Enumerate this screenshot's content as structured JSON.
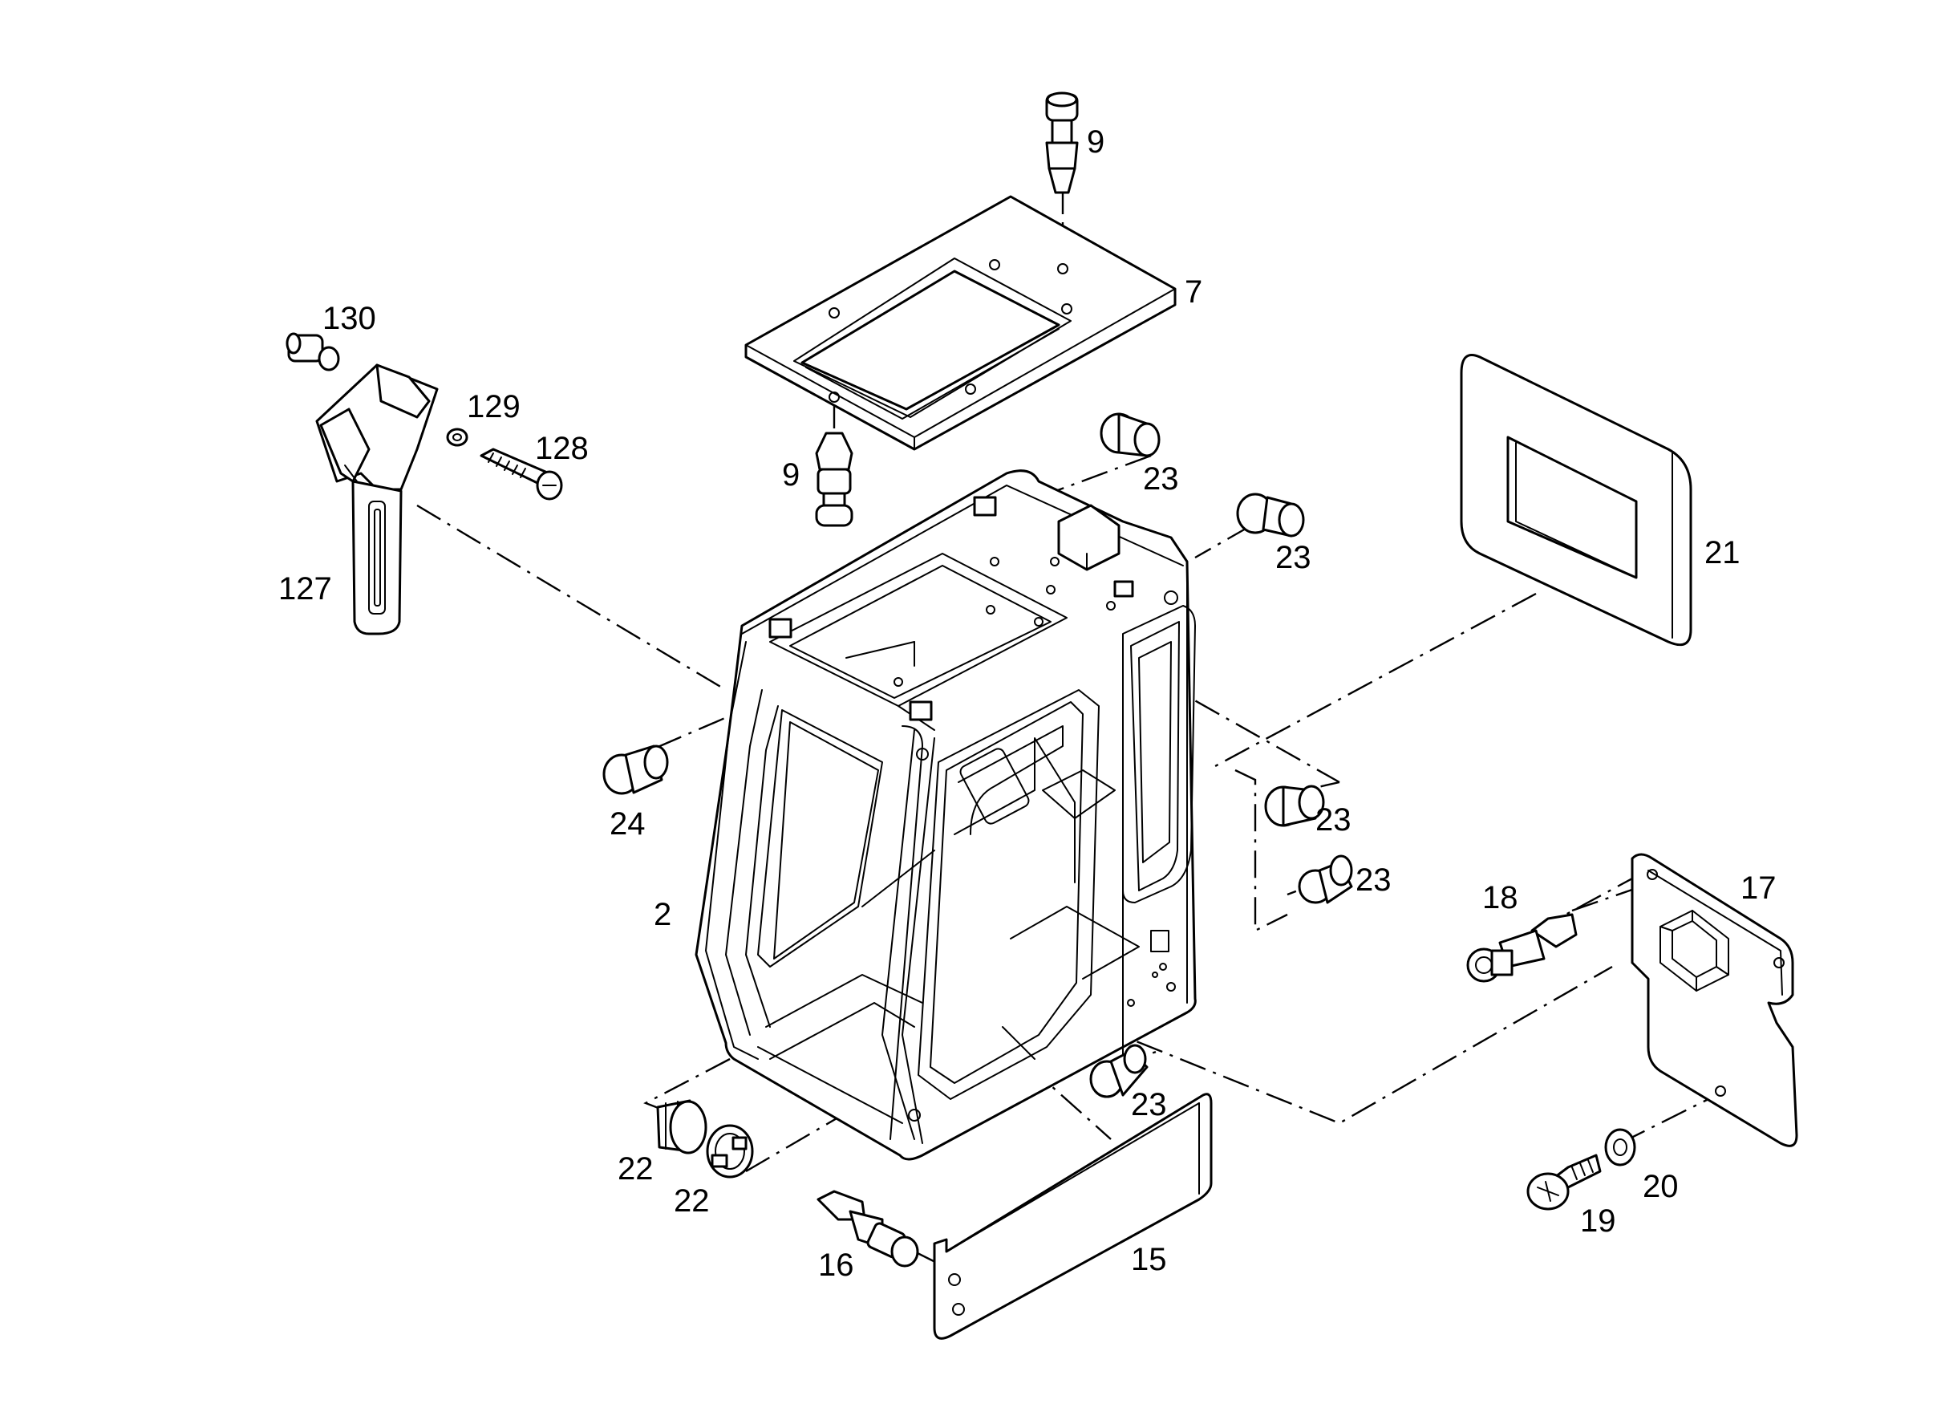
{
  "diagram": {
    "callouts": {
      "c130": "130",
      "c129": "129",
      "c128": "128",
      "c127": "127",
      "c9_top": "9",
      "c9_mid": "9",
      "c7": "7",
      "c21": "21",
      "c23_a": "23",
      "c23_b": "23",
      "c23_c": "23",
      "c23_d": "23",
      "c23_e": "23",
      "c24": "24",
      "c2": "2",
      "c18": "18",
      "c17": "17",
      "c22_a": "22",
      "c22_b": "22",
      "c16": "16",
      "c15": "15",
      "c20": "20",
      "c19": "19"
    }
  }
}
